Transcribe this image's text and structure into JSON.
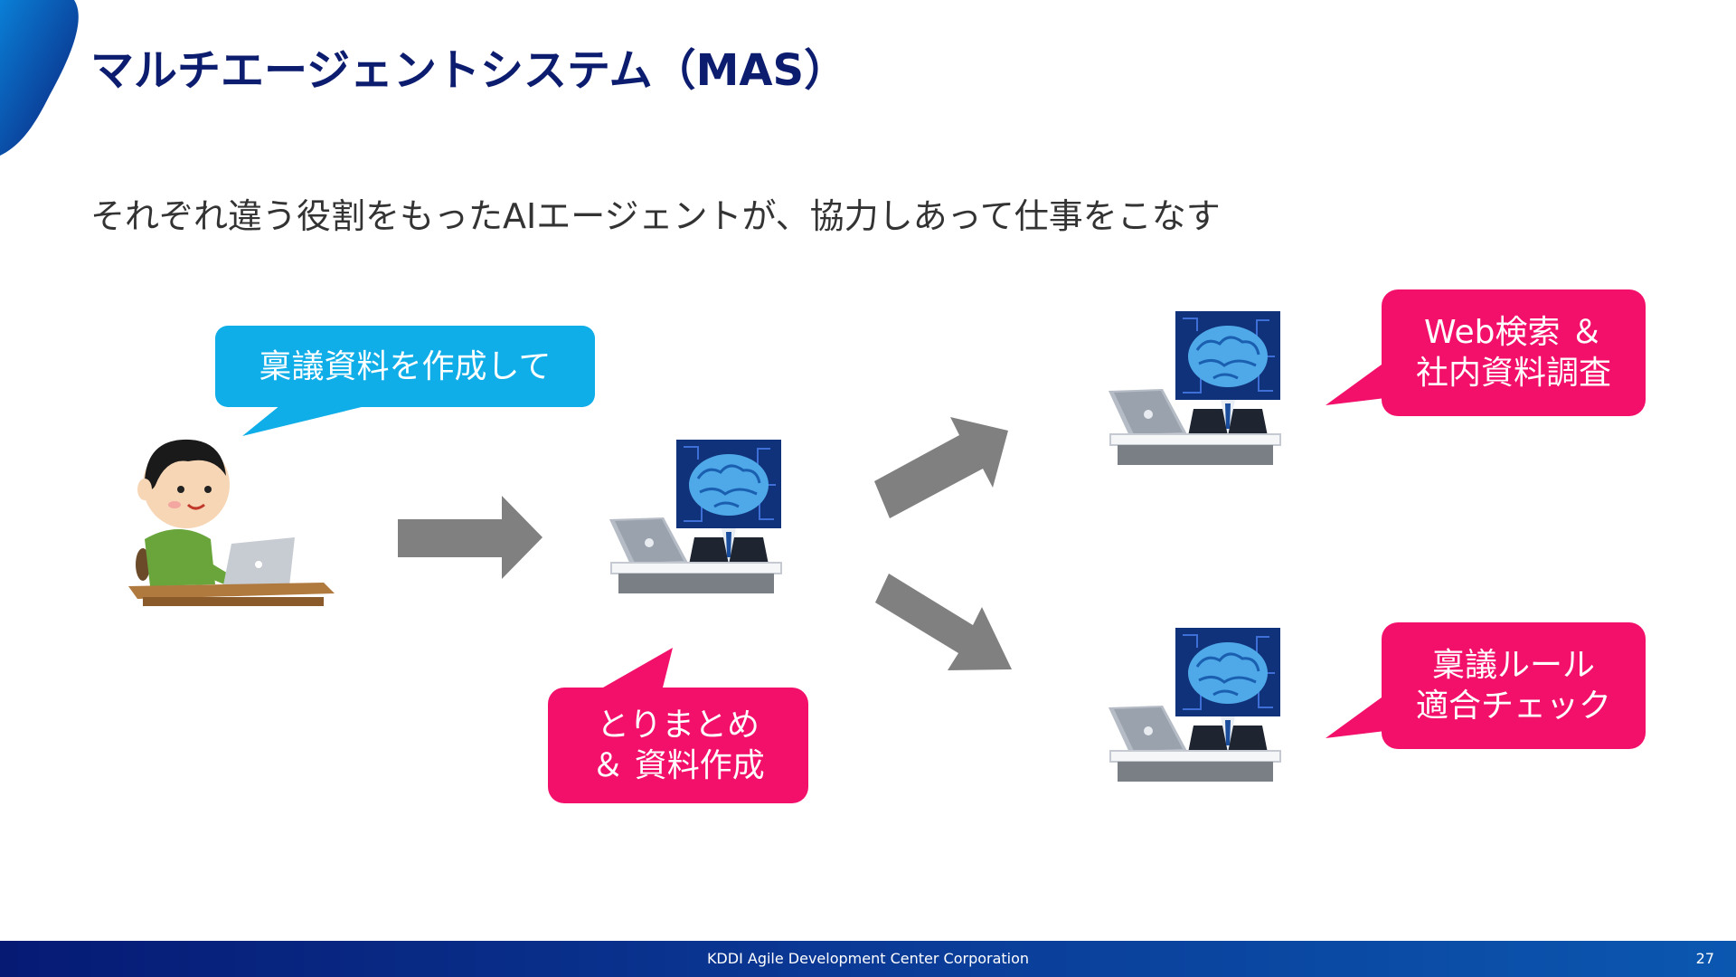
{
  "slide": {
    "title": "マルチエージェントシステム（MAS）",
    "subtitle": "それぞれ違う役割をもったAIエージェントが、協力しあって仕事をこなす"
  },
  "bubbles": {
    "user_request": "稟議資料を作成して",
    "coordinator": {
      "line1": "とりまとめ",
      "line2": "＆ 資料作成"
    },
    "agent_search": {
      "line1": "Web検索 ＆",
      "line2": "社内資料調査"
    },
    "agent_rules": {
      "line1": "稟議ルール",
      "line2": "適合チェック"
    }
  },
  "colors": {
    "title": "#0c1c6e",
    "bubble_blue": "#10aee8",
    "bubble_pink": "#f2106a",
    "arrow": "#808080"
  },
  "icons": {
    "user": "person-with-laptop-icon",
    "agent": "ai-brain-agent-icon",
    "arrow": "arrow-icon"
  },
  "footer": {
    "company": "KDDI Agile Development Center Corporation",
    "page_number": "27"
  }
}
